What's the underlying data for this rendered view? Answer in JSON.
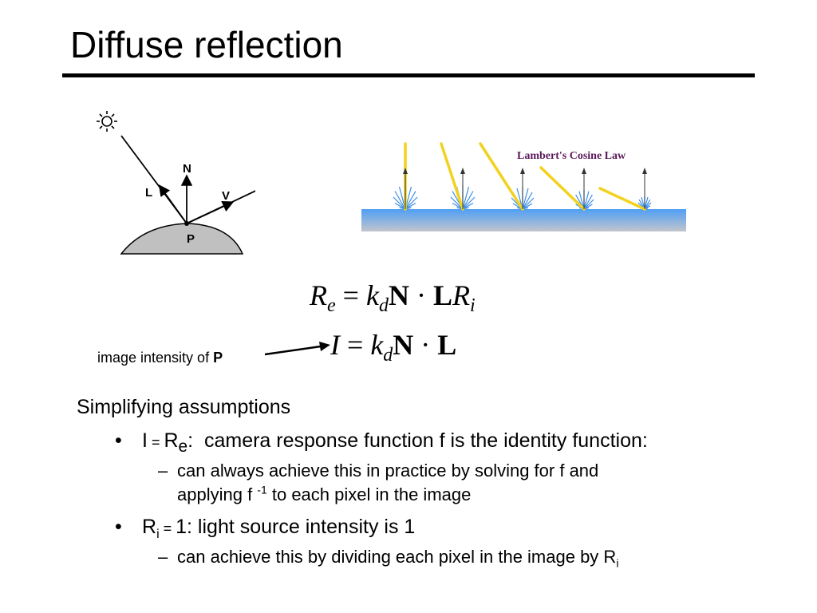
{
  "slide": {
    "title": "Diffuse reflection"
  },
  "diagram_left": {
    "label_n": "N",
    "label_l": "L",
    "label_v": "V",
    "label_p": "P",
    "icons": [
      "sun-icon",
      "eye-icon"
    ],
    "surface_color": "#c0c0c0"
  },
  "diagram_right": {
    "caption": "Lambert's Cosine Law",
    "caption_color": "#5a1a5a",
    "ray_color": "#f2d21e",
    "surface_color": "#4f9ff5"
  },
  "equations": {
    "eq1": {
      "lhs_var": "R",
      "lhs_sub": "e",
      "equals": "=",
      "k": "k",
      "k_sub": "d",
      "n": "N",
      "dot": "·",
      "l": "L",
      "r": "R",
      "r_sub": "i"
    },
    "eq2": {
      "lhs_var": "I",
      "equals": "=",
      "k": "k",
      "k_sub": "d",
      "n": "N",
      "dot": "·",
      "l": "L"
    }
  },
  "annotation": {
    "text": "image intensity of ",
    "bold": "P"
  },
  "body": {
    "heading": "Simplifying assumptions",
    "bullet1": {
      "marker": "•",
      "pre": "I",
      "equals": " = ",
      "var": "R",
      "sub": "e",
      "post": ":  camera response function f is the identity function:"
    },
    "bullet1_sub": {
      "marker": "–",
      "line1": "can always achieve this in practice by solving for f and",
      "line2_pre": "applying f ",
      "line2_sup": "-1",
      "line2_post": " to each pixel in the image"
    },
    "bullet2": {
      "marker": "•",
      "var": "R",
      "sub": "i",
      "equals": " = ",
      "post": "1: light source intensity is 1"
    },
    "bullet2_sub": {
      "marker": "–",
      "pre": "can achieve this by dividing each pixel in the image by R",
      "sub": "i"
    }
  }
}
